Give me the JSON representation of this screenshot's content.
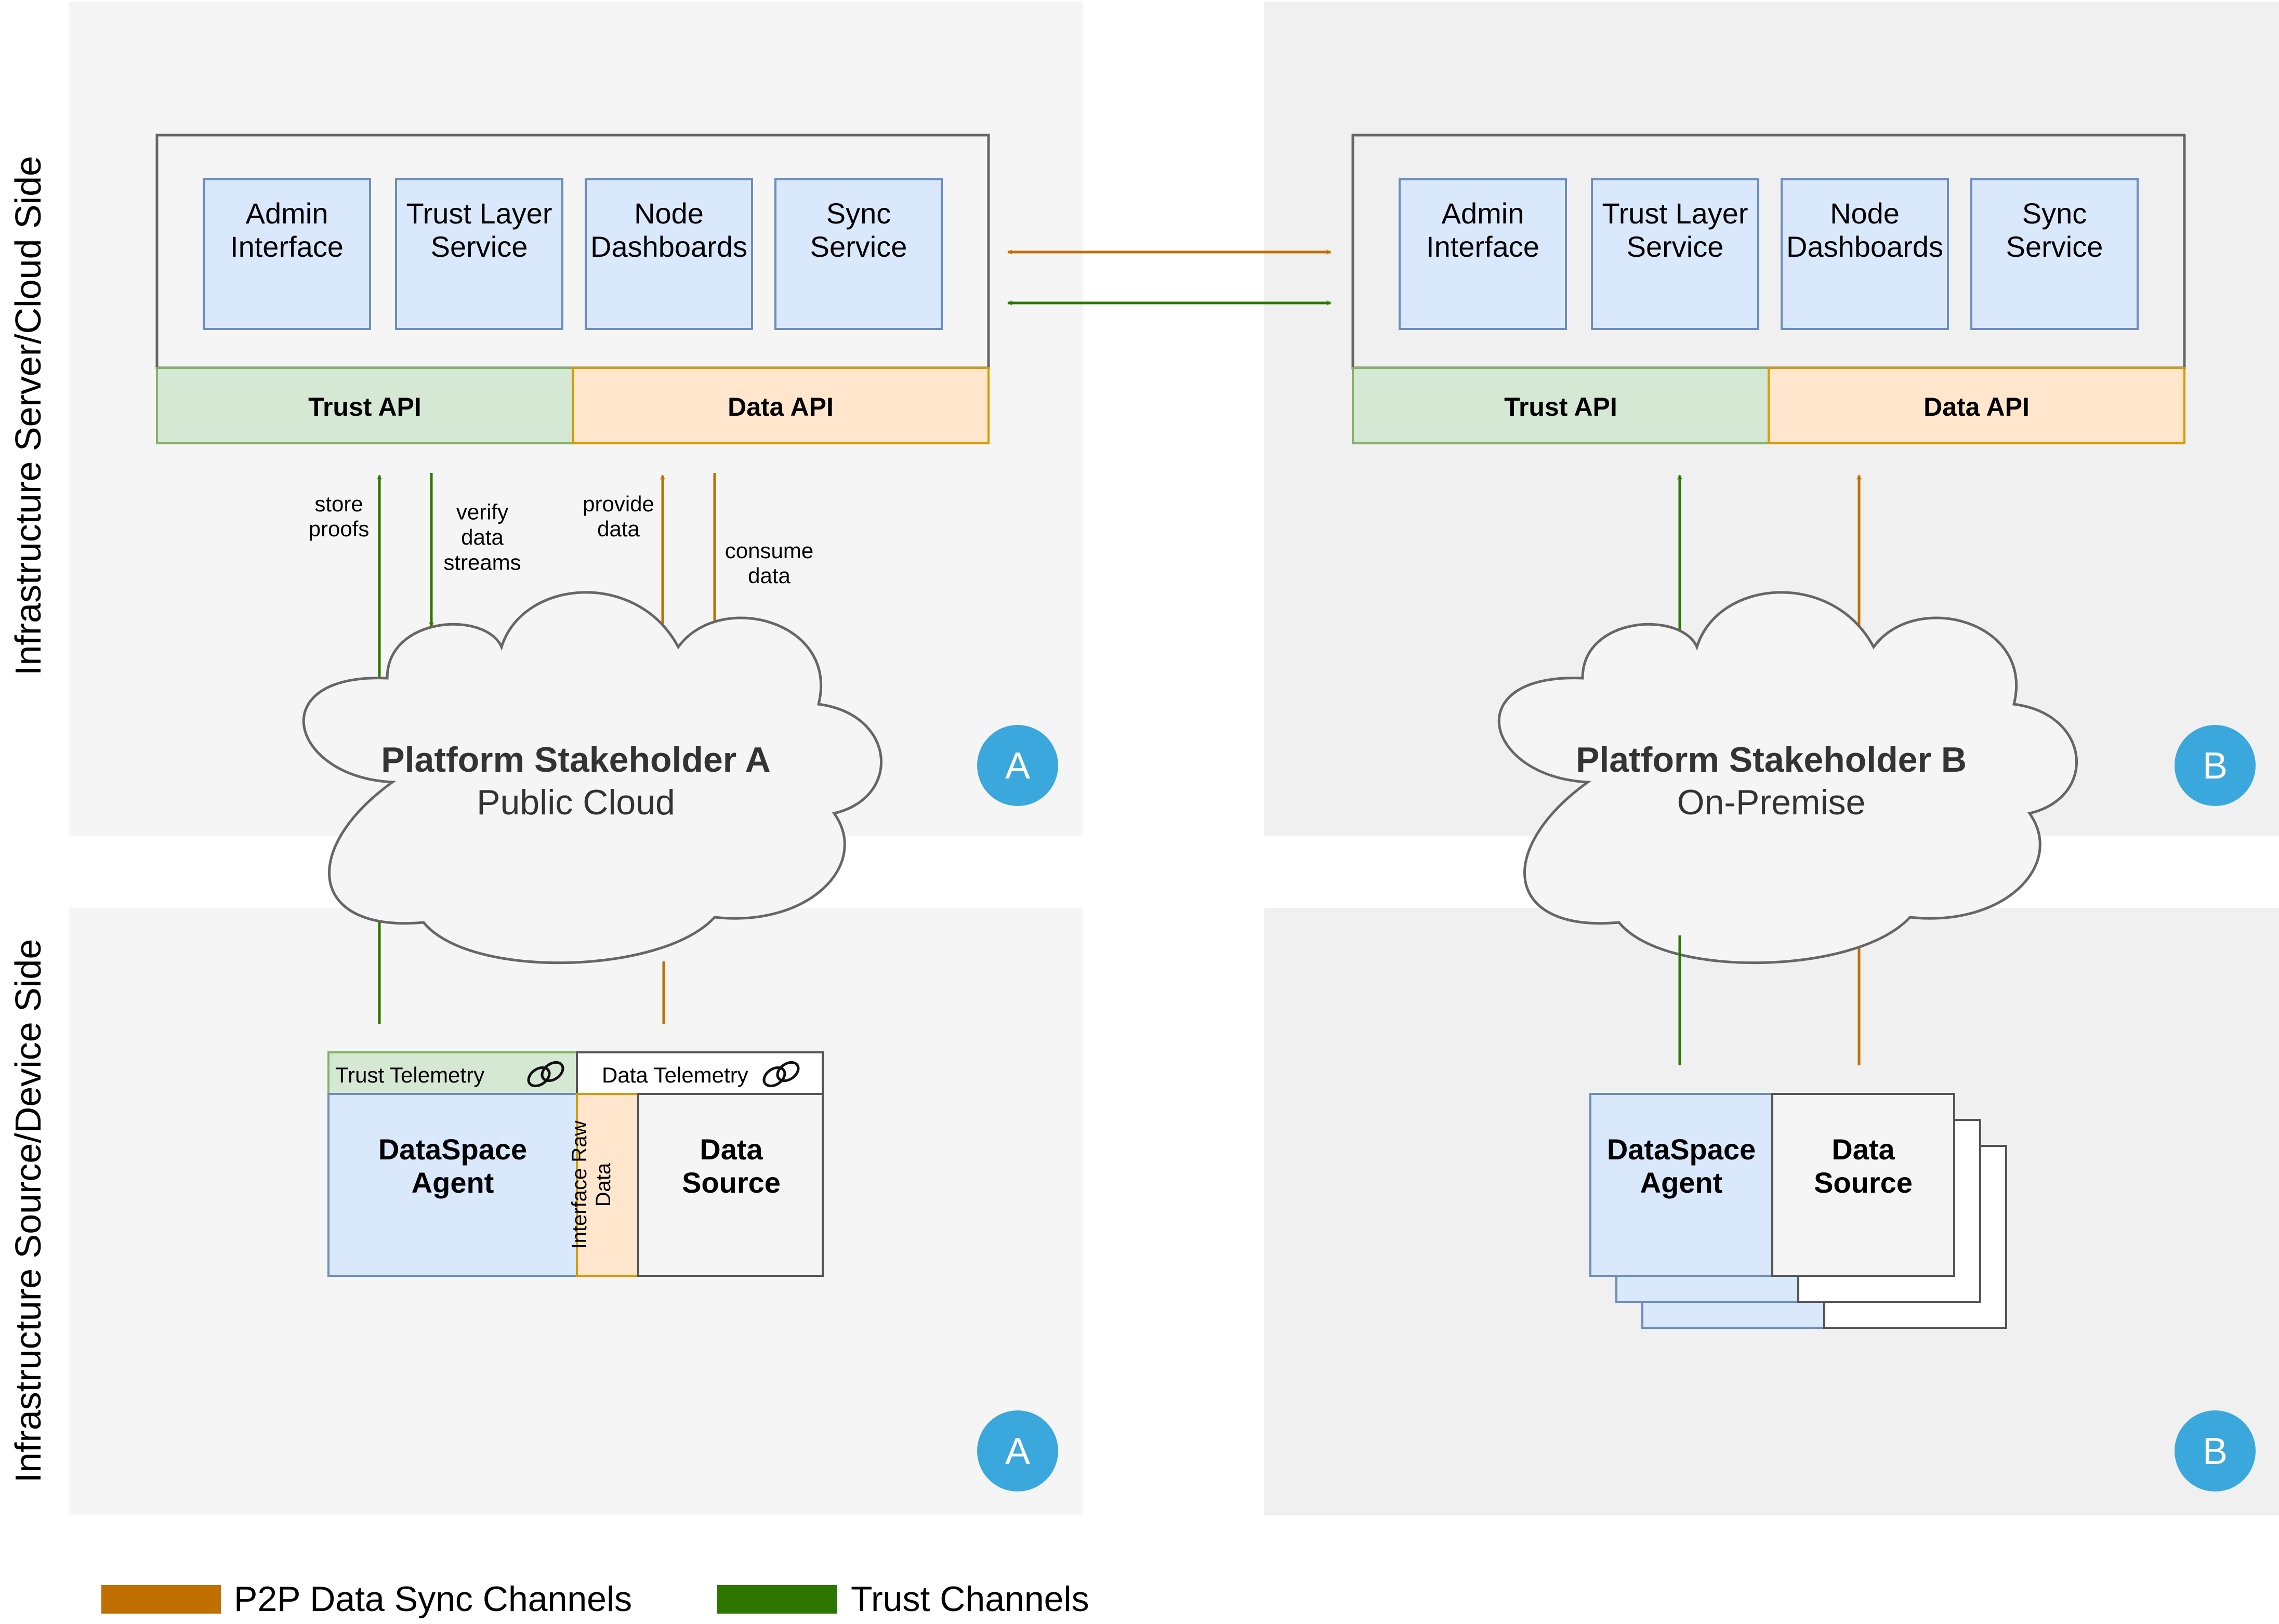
{
  "side_labels": {
    "server_side": "Infrastructure Server/Cloud Side",
    "device_side": "Infrastructure Source/Device Side"
  },
  "stakeholder_a": {
    "services": [
      "Admin\nInterface",
      "Trust Layer\nService",
      "Node\nDashboards",
      "Sync\nService"
    ],
    "trust_api": "Trust API",
    "data_api": "Data API",
    "arrow_labels": {
      "store_proofs": "store\nproofs",
      "verify_streams": "verify\ndata\nstreams",
      "provide_data": "provide\ndata",
      "consume_data": "consume\ndata"
    },
    "cloud_title": "Platform Stakeholder A",
    "cloud_subtitle": "Public Cloud",
    "badge": "A",
    "device": {
      "trust_telemetry": "Trust Telemetry",
      "data_telemetry": "Data Telemetry",
      "agent": "DataSpace\nAgent",
      "interface": "Interface Raw\nData",
      "data_source": "Data\nSource"
    }
  },
  "stakeholder_b": {
    "services": [
      "Admin\nInterface",
      "Trust Layer\nService",
      "Node\nDashboards",
      "Sync\nService"
    ],
    "trust_api": "Trust API",
    "data_api": "Data API",
    "cloud_title": "Platform Stakeholder B",
    "cloud_subtitle": "On-Premise",
    "badge": "B",
    "device": {
      "agent": "DataSpace\nAgent",
      "data_source": "Data\nSource"
    }
  },
  "legend": {
    "p2p": "P2P Data Sync Channels",
    "trust": "Trust Channels"
  },
  "colors": {
    "trust": "#2d7600",
    "data": "#c07000",
    "badge": "#3aa8dc",
    "service_fill": "#dae8fc",
    "trust_fill": "#d5e8d4",
    "data_fill": "#ffe6cc"
  }
}
